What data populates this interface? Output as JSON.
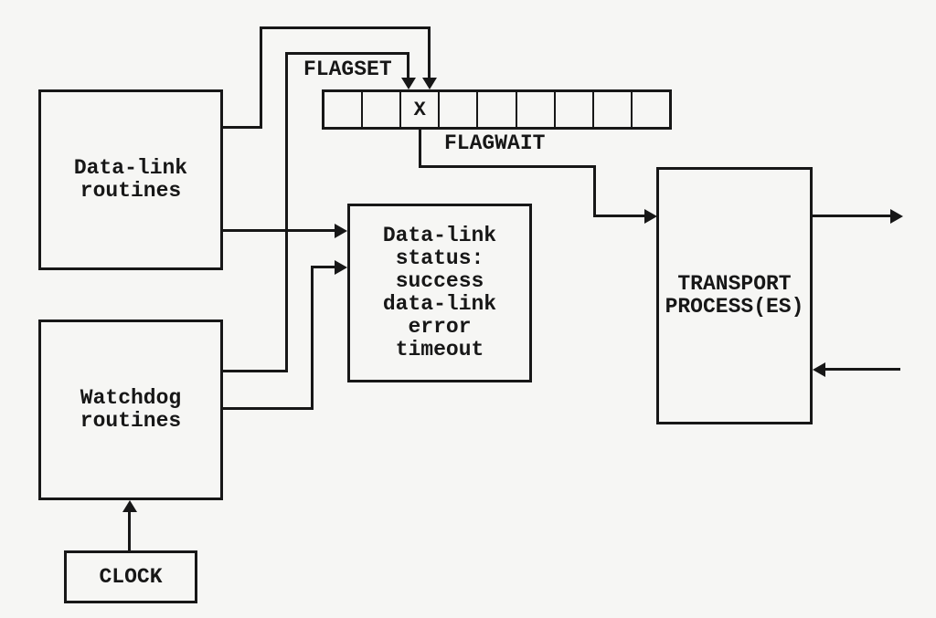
{
  "colors": {
    "background": "#f6f6f4",
    "ink": "#171717"
  },
  "nodes": {
    "datalink": {
      "lines": [
        "Data-link",
        "routines"
      ]
    },
    "watchdog": {
      "lines": [
        "Watchdog",
        "routines"
      ]
    },
    "clock": {
      "label": "CLOCK"
    },
    "status": {
      "lines": [
        "Data-link",
        "status:",
        "success",
        "data-link",
        "error",
        "timeout"
      ]
    },
    "transport": {
      "lines": [
        "TRANSPORT",
        "PROCESS(ES)"
      ]
    }
  },
  "register": {
    "flagset_label": "FLAGSET",
    "flagwait_label": "FLAGWAIT",
    "cell_count": 9,
    "marked_cell_index": 2,
    "cells": [
      "",
      "",
      "X",
      "",
      "",
      "",
      "",
      "",
      ""
    ]
  }
}
